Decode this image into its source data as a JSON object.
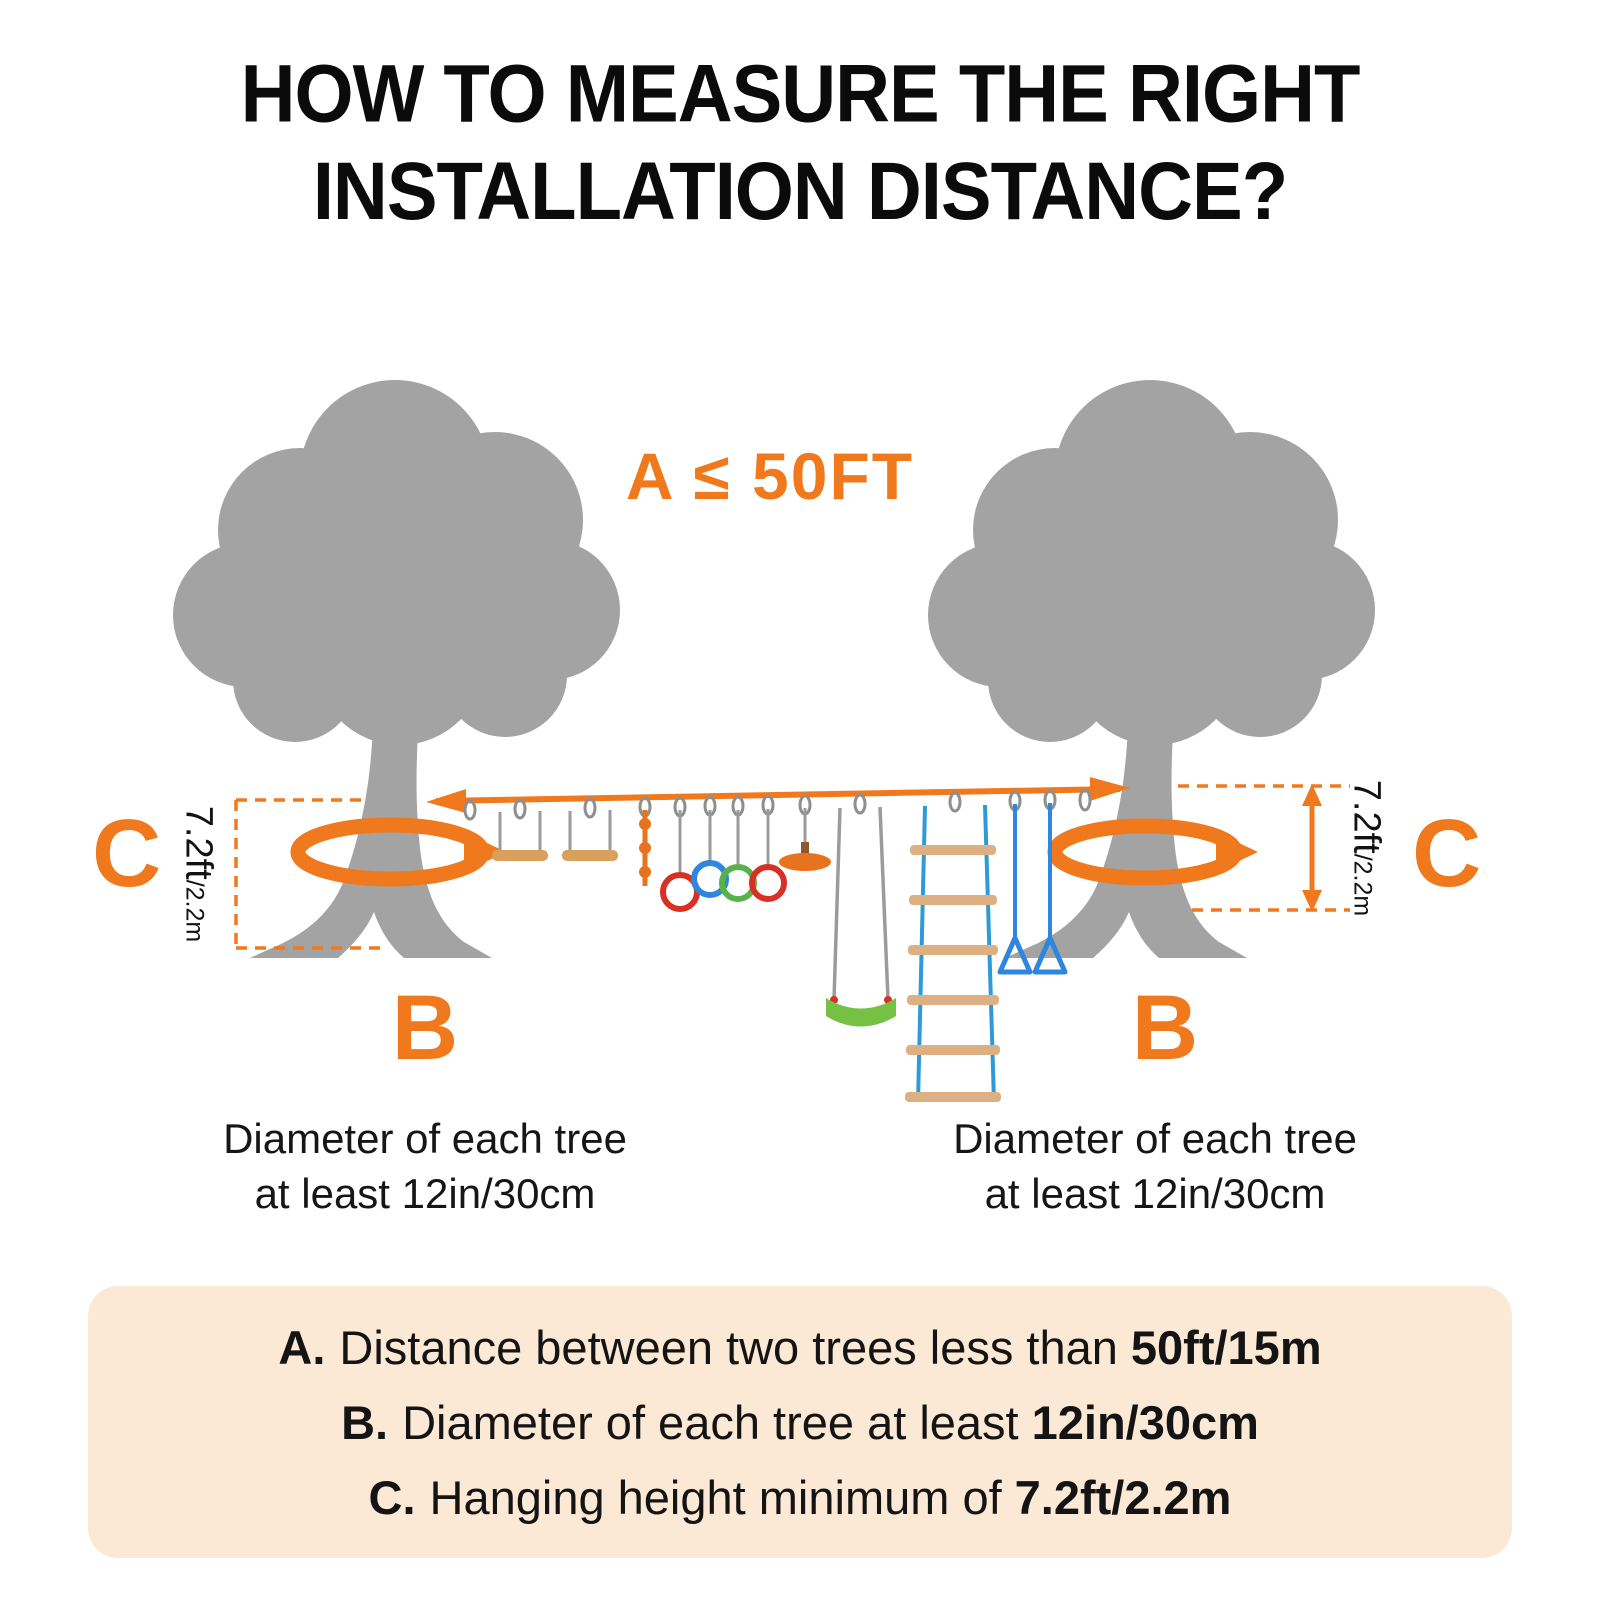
{
  "title": {
    "line1": "HOW TO MEASURE THE RIGHT",
    "line2": "INSTALLATION DISTANCE?"
  },
  "span_label": "A ≤ 50FT",
  "left_tree": {
    "c_label": "C",
    "height_main": "7.2ft",
    "height_sub": "/2.2m",
    "b_label": "B",
    "caption_line1": "Diameter of each tree",
    "caption_line2": "at least 12in/30cm"
  },
  "right_tree": {
    "c_label": "C",
    "height_main": "7.2ft",
    "height_sub": "/2.2m",
    "b_label": "B",
    "caption_line1": "Diameter of each tree",
    "caption_line2": "at least 12in/30cm"
  },
  "legend": {
    "items": [
      {
        "prefix": "A.",
        "text": "Distance between two trees less than",
        "bold": "50ft/15m"
      },
      {
        "prefix": "B.",
        "text": "Diameter of each tree at least",
        "bold": "12in/30cm"
      },
      {
        "prefix": "C.",
        "text": "Hanging height minimum of",
        "bold": "7.2ft/2.2m"
      }
    ]
  },
  "colors": {
    "accent_orange": "#F0791E",
    "tree_gray": "#A3A3A3",
    "legend_bg": "#FBE8D5",
    "text_black": "#0b0b0b"
  }
}
